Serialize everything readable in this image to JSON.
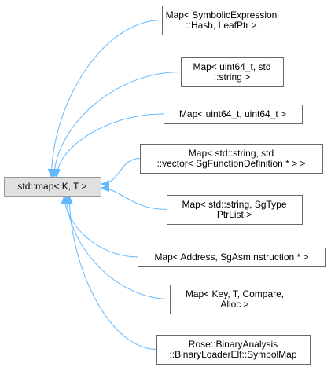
{
  "diagram": {
    "base_class": {
      "id": "std-map",
      "lines": [
        "std::map< K, T >"
      ]
    },
    "derived_classes": [
      {
        "id": "map-symbolic-expression",
        "lines": [
          "Map< SymbolicExpression",
          "::Hash, LeafPtr >"
        ]
      },
      {
        "id": "map-uint64-string",
        "lines": [
          "Map< uint64_t, std",
          "::string >"
        ]
      },
      {
        "id": "map-uint64-uint64",
        "lines": [
          "Map< uint64_t, uint64_t >"
        ]
      },
      {
        "id": "map-string-vector-sgfunctiondefinition",
        "lines": [
          "Map< std::string, std",
          "::vector< SgFunctionDefinition * > >"
        ]
      },
      {
        "id": "map-string-sgtypeptrlist",
        "lines": [
          "Map< std::string, SgType",
          "PtrList >"
        ]
      },
      {
        "id": "map-address-sgasminstruction",
        "lines": [
          "Map< Address, SgAsmInstruction * >"
        ]
      },
      {
        "id": "map-key-t-compare-alloc",
        "lines": [
          "Map< Key, T, Compare,",
          "Alloc >"
        ]
      },
      {
        "id": "binary-loader-elf-symbol-map",
        "lines": [
          "Rose::BinaryAnalysis",
          "::BinaryLoaderElf::SymbolMap"
        ]
      }
    ],
    "colors": {
      "edge": "#63b8ff",
      "node_border": "#666666",
      "base_fill": "#e0e0e0",
      "base_border": "#999999"
    }
  }
}
